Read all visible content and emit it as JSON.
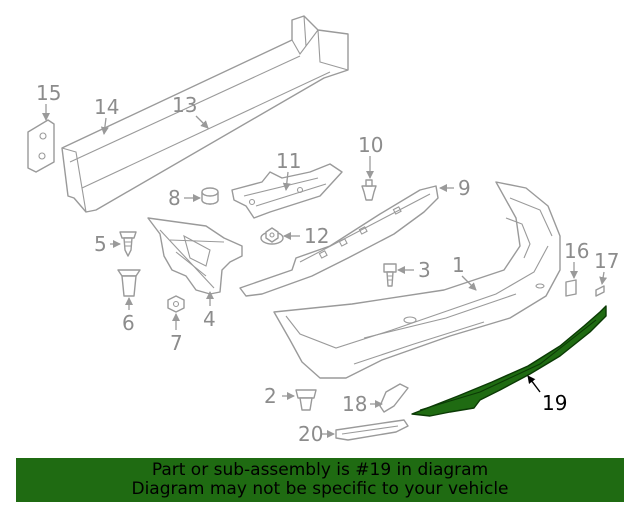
{
  "diagram": {
    "callouts": [
      "15",
      "14",
      "13",
      "8",
      "11",
      "10",
      "9",
      "5",
      "12",
      "3",
      "1",
      "16",
      "17",
      "6",
      "4",
      "7",
      "2",
      "18",
      "20",
      "19"
    ],
    "highlighted_part": "19",
    "highlight_color": "#1f6b12",
    "part_color": "#9a9a9a"
  },
  "banner": {
    "line1": "Part or sub-assembly is #19 in diagram",
    "line2": "Diagram may not be specific to your vehicle",
    "background": "#1f6b12"
  }
}
